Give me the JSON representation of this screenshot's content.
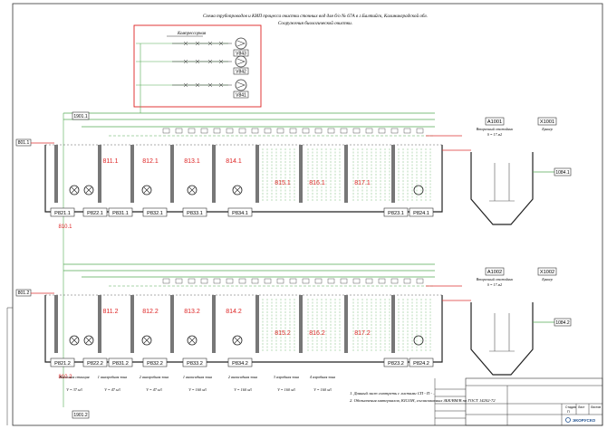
{
  "title": {
    "line1": "Схема трубопроводов и КИП процесса очистки сточных вод для б/о № 67А в г.Балтийск, Калининградской обл.",
    "line2": "Сооружения биологической очистки."
  },
  "compressor_room": {
    "label": "Компрессорная",
    "blowers": [
      "V843",
      "V842",
      "V841"
    ]
  },
  "upper_line": {
    "inlet": "801.1",
    "zones": [
      "811.1",
      "812.1",
      "813.1",
      "814.1",
      "815.1",
      "816.1",
      "817.1"
    ],
    "boxes": [
      "P821.1",
      "P822.1",
      "P831.1",
      "P832.1",
      "P833.1",
      "P834.1",
      "P823.1",
      "P824.1"
    ],
    "drain": "810.1",
    "clarifier": "A1001",
    "clarifier_note": "Вторичный отстойник",
    "clarifier_volume": "S = 17 м2",
    "hopper": "X1001",
    "hopper_note": "Бункер",
    "outlet": "1084.1",
    "sludge_pump": "1901.1"
  },
  "lower_line": {
    "inlet": "801.2",
    "zones": [
      "811.2",
      "812.2",
      "813.2",
      "814.2",
      "815.2",
      "816.2",
      "817.2"
    ],
    "boxes": [
      "P821.2",
      "P822.2",
      "P831.2",
      "P832.2",
      "P833.2",
      "P834.2",
      "P823.2",
      "P824.2"
    ],
    "drain": "810.2",
    "clarifier": "A1002",
    "clarifier_note": "Вторичный отстойник",
    "clarifier_volume": "S = 17 м2",
    "hopper": "X1002",
    "hopper_note": "Бункер",
    "outlet": "1084.2",
    "sludge_pump": "1901.2"
  },
  "zone_captions": [
    {
      "title": "Насосная станция",
      "sub": "V = 37 м3"
    },
    {
      "title": "1 анаэробная зона",
      "sub": "V = 47 м3"
    },
    {
      "title": "2 анаэробная зона",
      "sub": "V = 47 м3"
    },
    {
      "title": "1 аноксидная зона",
      "sub": "V = 160 м3"
    },
    {
      "title": "2 аноксидная зона",
      "sub": "V = 160 м3"
    },
    {
      "title": "3 аэробная зона",
      "sub": "V = 160 м3"
    },
    {
      "title": "4 аэробная зона",
      "sub": "V = 160 м3"
    }
  ],
  "notes": [
    "1. Данный лист смотреть с листами СП - П - ..",
    "2. Обозначения материалов, KIGOH, согласованных ЗБК/ВМ/В по ГОСТ 14202-72"
  ],
  "title_block": {
    "stage": "Стадия",
    "sheet": "Лист",
    "sheets": "Листов",
    "stage_val": "П",
    "company": "ЭКОРУСКО"
  }
}
